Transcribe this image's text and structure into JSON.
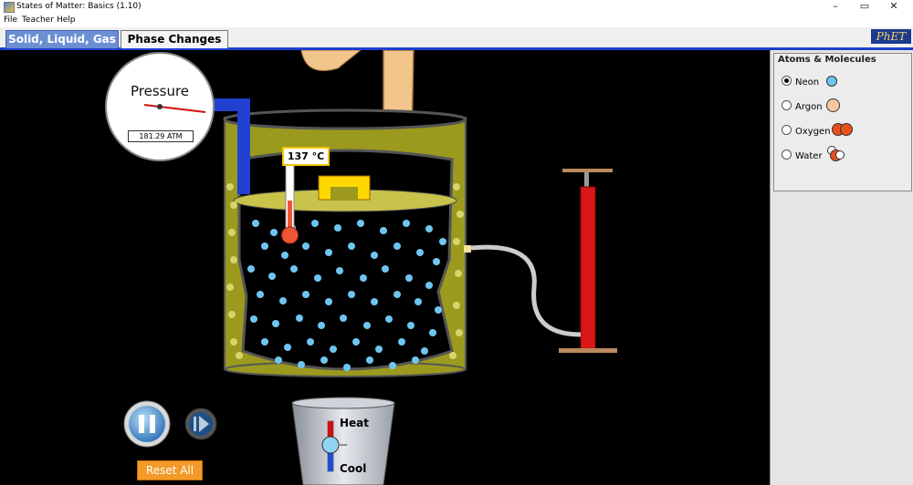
{
  "window": {
    "title": "States of Matter: Basics (1.10)",
    "minimize": "–",
    "restore": "▭",
    "close": "✕"
  },
  "menu": {
    "file": "File",
    "teacher": "Teacher",
    "help": "Help"
  },
  "tabs": [
    {
      "label": "Solid, Liquid, Gas"
    },
    {
      "label": "Phase Changes"
    }
  ],
  "logo": "PhET",
  "gauge": {
    "title": "Pressure",
    "readout": "181.29 ATM"
  },
  "thermometer": {
    "readout": "137 °C"
  },
  "heater": {
    "heat_label": "Heat",
    "cool_label": "Cool"
  },
  "controls": {
    "reset_label": "Reset All",
    "pause_icon": "pause-icon",
    "step_icon": "step-forward-icon"
  },
  "atoms_panel": {
    "title": "Atoms & Molecules",
    "options": [
      {
        "label": "Neon",
        "selected": true,
        "color": "#6ec6f0"
      },
      {
        "label": "Argon",
        "selected": false,
        "color": "#f6c8a0"
      },
      {
        "label": "Oxygen",
        "selected": false,
        "color": "#e8501c"
      },
      {
        "label": "Water",
        "selected": false,
        "color": "#e8501c"
      }
    ]
  },
  "colors": {
    "particle": "#6ec6f0",
    "container_rim": "#d0d080",
    "pump": "#e01818",
    "stage_bg": "#000000"
  }
}
